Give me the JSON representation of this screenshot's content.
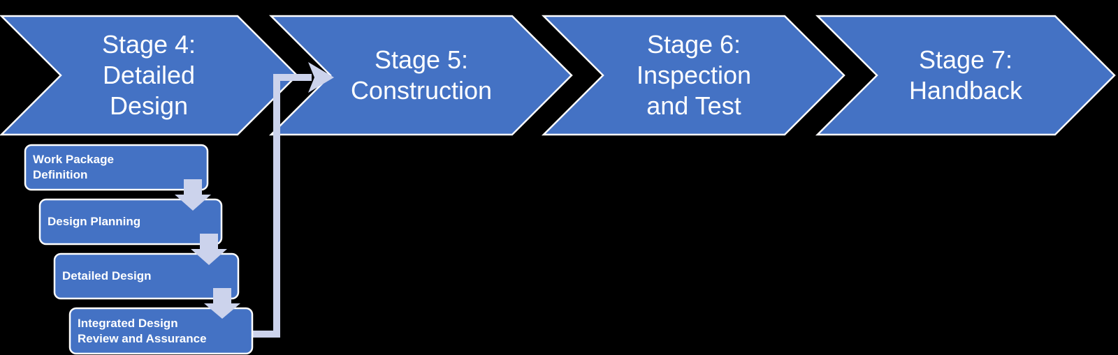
{
  "diagram": {
    "title": "Project lifecycle stages flow",
    "colors": {
      "background": "#000000",
      "shape_blue": "#4472C4",
      "shape_border": "#FFFFFF",
      "connector_lavender": "#CCD3EC",
      "text": "#FFFFFF"
    },
    "stages": [
      {
        "id": "stage-4",
        "label": "Stage 4:\nDetailed\nDesign"
      },
      {
        "id": "stage-5",
        "label": "Stage 5:\nConstruction"
      },
      {
        "id": "stage-6",
        "label": "Stage 6:\nInspection\nand Test"
      },
      {
        "id": "stage-7",
        "label": "Stage 7:\nHandback"
      }
    ],
    "sub_steps": [
      {
        "id": "work-package-definition",
        "label": "Work Package\nDefinition"
      },
      {
        "id": "design-planning",
        "label": "Design Planning"
      },
      {
        "id": "detailed-design",
        "label": "Detailed Design"
      },
      {
        "id": "integrated-design-review",
        "label": "Integrated Design\nReview and Assurance"
      }
    ],
    "connector": {
      "from": "integrated-design-review",
      "to": "stage-5"
    }
  }
}
